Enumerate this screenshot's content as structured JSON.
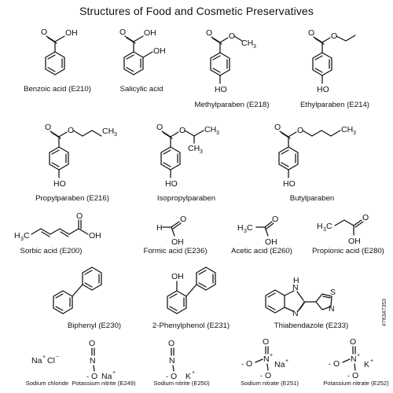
{
  "title": "Structures of Food and Cosmetic Preservatives",
  "watermark": "#76347353",
  "atoms": {
    "oh": "OH",
    "o": "O",
    "h": "H",
    "ho": "HO",
    "ch3": "CH",
    "three": "3",
    "h3c_h": "H",
    "h3c_c": "C",
    "n": "N",
    "nh": "H",
    "s": "S",
    "na": "Na",
    "k": "K",
    "cl": "Cl",
    "plus": "+",
    "minus": "−",
    "pminus": "-"
  },
  "compounds": [
    {
      "label": "Benzoic acid (E210)"
    },
    {
      "label": "Salicylic acid"
    },
    {
      "label": "Methylparaben (E218)"
    },
    {
      "label": "Ethylparaben (E214)"
    },
    {
      "label": "Propylparaben (E216)"
    },
    {
      "label": "Isopropylparaben"
    },
    {
      "label": "Butylparaben"
    },
    {
      "label": "Sorbic acid (E200)"
    },
    {
      "label": "Formic acid (E236)"
    },
    {
      "label": "Acetic acid (E260)"
    },
    {
      "label": "Propionic acid (E280)"
    },
    {
      "label": "Biphenyl (E230)"
    },
    {
      "label": "2-Phenylphenol (E231)"
    },
    {
      "label": "Thiabendazole (E233)"
    },
    {
      "label": "Sodium chloride"
    },
    {
      "label": "Potassium nitrite (E249)"
    },
    {
      "label": "Sodium nitrite (E250)"
    },
    {
      "label": "Sodium nitrate (E251)"
    },
    {
      "label": "Potassium nitrate (E252)"
    }
  ]
}
